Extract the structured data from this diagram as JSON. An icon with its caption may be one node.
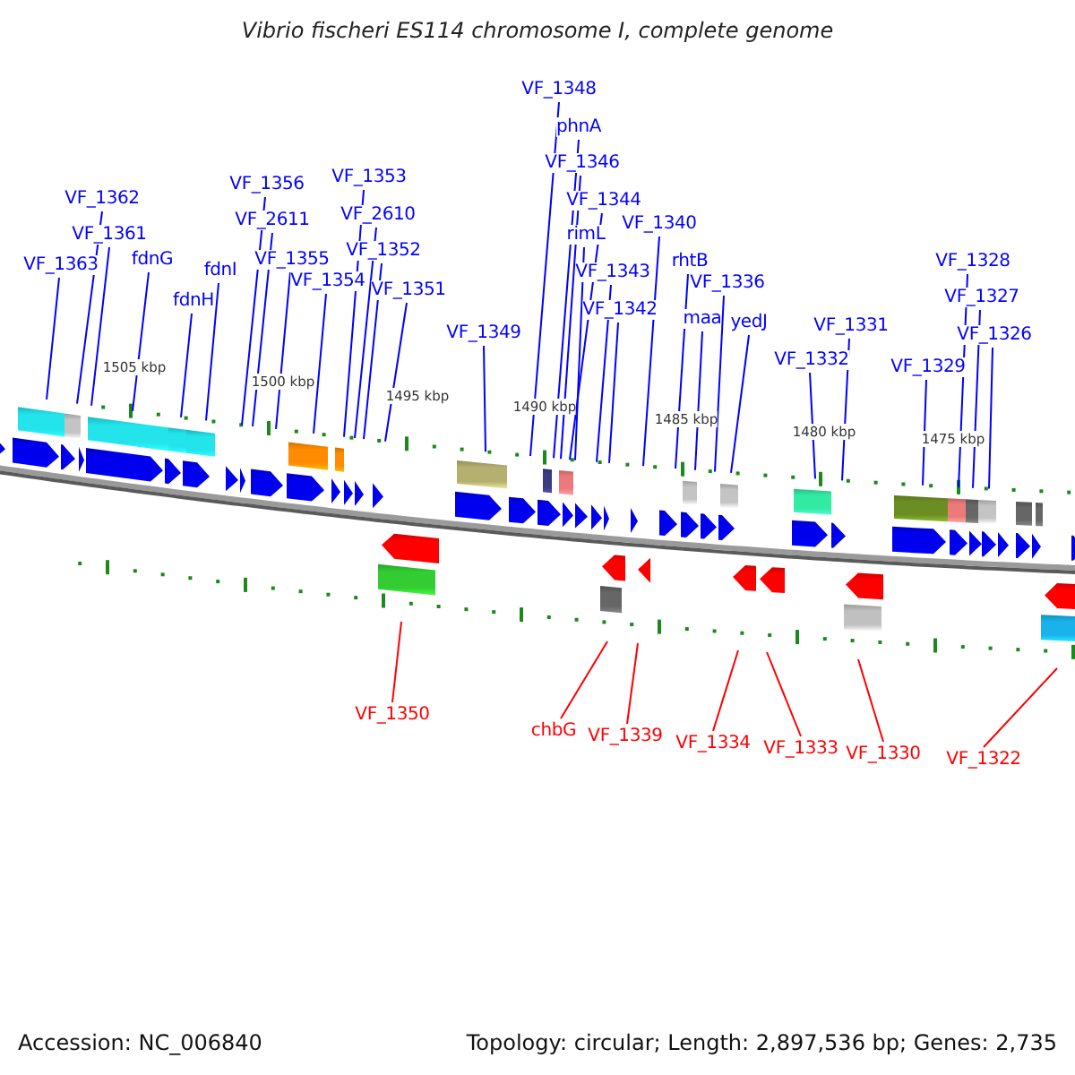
{
  "diagram": {
    "title": "Vibrio fischeri ES114 chromosome I, complete genome",
    "nodes": [
      {
        "text": [
          "VF_1362"
        ]
      },
      {
        "text": [
          "VF_1361"
        ]
      },
      {
        "text": [
          "VF_1363"
        ]
      },
      {
        "text": [
          "fdnG"
        ]
      },
      {
        "text": [
          "fdnH"
        ]
      },
      {
        "text": [
          "fdnI"
        ]
      },
      {
        "text": [
          "VF_1356"
        ]
      },
      {
        "text": [
          "VF_2611"
        ]
      },
      {
        "text": [
          "VF_1355"
        ]
      },
      {
        "text": [
          "VF_1354"
        ]
      },
      {
        "text": [
          "VF_1353"
        ]
      },
      {
        "text": [
          "VF_2610"
        ]
      },
      {
        "text": [
          "VF_1352"
        ]
      },
      {
        "text": [
          "VF_1351"
        ]
      },
      {
        "text": [
          "VF_1349"
        ]
      },
      {
        "text": [
          "VF_1348"
        ]
      },
      {
        "text": [
          "phnA"
        ]
      },
      {
        "text": [
          "VF_1346"
        ]
      },
      {
        "text": [
          "VF_1344"
        ]
      },
      {
        "text": [
          "rimL"
        ]
      },
      {
        "text": [
          "VF_1343"
        ]
      },
      {
        "text": [
          "VF_1342"
        ]
      },
      {
        "text": [
          "VF_1340"
        ]
      },
      {
        "text": [
          "rhtB"
        ]
      },
      {
        "text": [
          "VF_1336"
        ]
      },
      {
        "text": [
          "maa"
        ]
      },
      {
        "text": [
          "yedJ"
        ]
      },
      {
        "text": [
          "VF_1331"
        ]
      },
      {
        "text": [
          "VF_1332"
        ]
      },
      {
        "text": [
          "VF_1329"
        ]
      },
      {
        "text": [
          "VF_1328"
        ]
      },
      {
        "text": [
          "VF_1327"
        ]
      },
      {
        "text": [
          "VF_1326"
        ]
      },
      {
        "text": [
          "VF_1350"
        ]
      },
      {
        "text": [
          "chbG"
        ]
      },
      {
        "text": [
          "VF_1339"
        ]
      },
      {
        "text": [
          "VF_1334"
        ]
      },
      {
        "text": [
          "VF_1333"
        ]
      },
      {
        "text": [
          "VF_1330"
        ]
      },
      {
        "text": [
          "VF_1322"
        ]
      }
    ],
    "edges": [
      {
        "from": 0,
        "to": null,
        "arrow": "none"
      },
      {
        "from": 1,
        "to": null,
        "arrow": "none"
      },
      {
        "from": 2,
        "to": null,
        "arrow": "none"
      },
      {
        "from": 3,
        "to": null,
        "arrow": "none"
      },
      {
        "from": 4,
        "to": null,
        "arrow": "none"
      },
      {
        "from": 5,
        "to": null,
        "arrow": "none"
      },
      {
        "from": 6,
        "to": null,
        "arrow": "none"
      },
      {
        "from": 7,
        "to": null,
        "arrow": "none"
      },
      {
        "from": 8,
        "to": null,
        "arrow": "none"
      },
      {
        "from": 9,
        "to": null,
        "arrow": "none"
      },
      {
        "from": 10,
        "to": null,
        "arrow": "none"
      },
      {
        "from": 11,
        "to": null,
        "arrow": "none"
      },
      {
        "from": 12,
        "to": null,
        "arrow": "none"
      },
      {
        "from": 13,
        "to": null,
        "arrow": "none"
      },
      {
        "from": 14,
        "to": null,
        "arrow": "none"
      },
      {
        "from": 15,
        "to": null,
        "arrow": "none"
      },
      {
        "from": 16,
        "to": null,
        "arrow": "none"
      },
      {
        "from": 17,
        "to": null,
        "arrow": "none"
      },
      {
        "from": 18,
        "to": null,
        "arrow": "none"
      },
      {
        "from": 19,
        "to": null,
        "arrow": "none"
      },
      {
        "from": 20,
        "to": null,
        "arrow": "none"
      },
      {
        "from": 21,
        "to": null,
        "arrow": "none"
      },
      {
        "from": 22,
        "to": null,
        "arrow": "none"
      },
      {
        "from": 23,
        "to": null,
        "arrow": "none"
      },
      {
        "from": 24,
        "to": null,
        "arrow": "none"
      },
      {
        "from": 25,
        "to": null,
        "arrow": "none"
      },
      {
        "from": 26,
        "to": null,
        "arrow": "none"
      },
      {
        "from": 27,
        "to": null,
        "arrow": "none"
      },
      {
        "from": 28,
        "to": null,
        "arrow": "none"
      },
      {
        "from": 29,
        "to": null,
        "arrow": "none"
      },
      {
        "from": 30,
        "to": null,
        "arrow": "none"
      },
      {
        "from": 31,
        "to": null,
        "arrow": "none"
      },
      {
        "from": 32,
        "to": null,
        "arrow": "none"
      },
      {
        "from": 33,
        "to": null,
        "arrow": "none",
        "color": "#ff0000"
      },
      {
        "from": 34,
        "to": null,
        "arrow": "none",
        "color": "#ff0000"
      },
      {
        "from": 35,
        "to": null,
        "arrow": "none",
        "color": "#ff0000"
      },
      {
        "from": 36,
        "to": null,
        "arrow": "none",
        "color": "#ff0000"
      },
      {
        "from": 37,
        "to": null,
        "arrow": "none",
        "color": "#ff0000"
      },
      {
        "from": 38,
        "to": null,
        "arrow": "none",
        "color": "#ff0000"
      },
      {
        "from": 39,
        "to": null,
        "arrow": "none",
        "color": "#ff0000"
      }
    ],
    "labels": [
      "1505 kbp",
      "1500 kbp",
      "1495 kbp",
      "1490 kbp",
      "1485 kbp",
      "1480 kbp",
      "1475 kbp",
      "Accession: NC_006840",
      "Topology: circular; Length: 2,897,536 bp; Genes: 2,735"
    ]
  }
}
